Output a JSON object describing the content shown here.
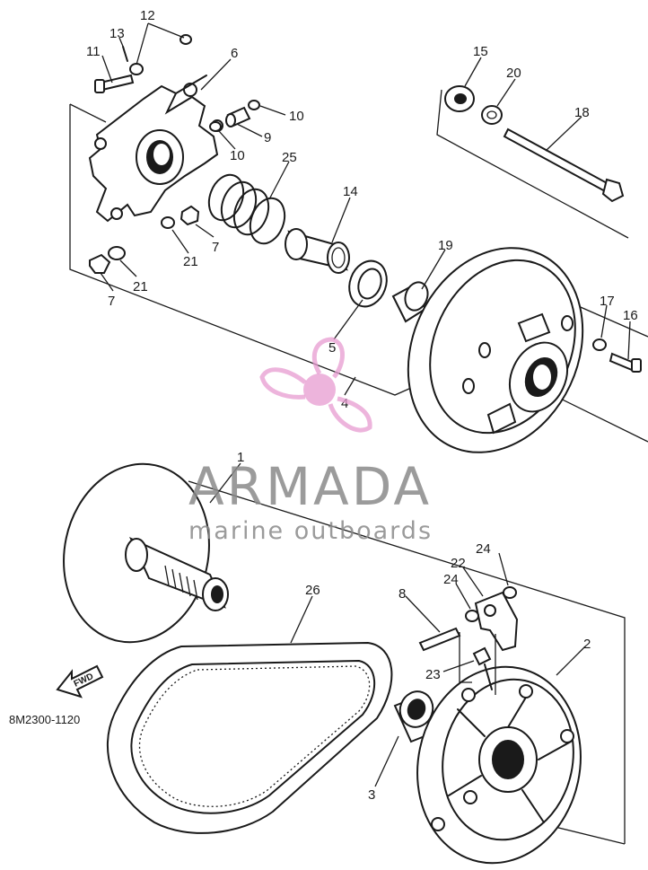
{
  "diagram": {
    "drawing_code": "8M2300-1120",
    "direction_label": "FWD",
    "part_numbers": [
      "1",
      "2",
      "3",
      "4",
      "5",
      "6",
      "7",
      "7",
      "8",
      "9",
      "10",
      "10",
      "11",
      "12",
      "13",
      "14",
      "15",
      "16",
      "17",
      "18",
      "19",
      "20",
      "21",
      "21",
      "22",
      "23",
      "24",
      "24",
      "25",
      "26"
    ]
  },
  "watermark": {
    "brand": "ARMADA",
    "tagline": "marine outboards",
    "brand_color": "#8a8a8a",
    "logo_color": "#e79bd0"
  }
}
